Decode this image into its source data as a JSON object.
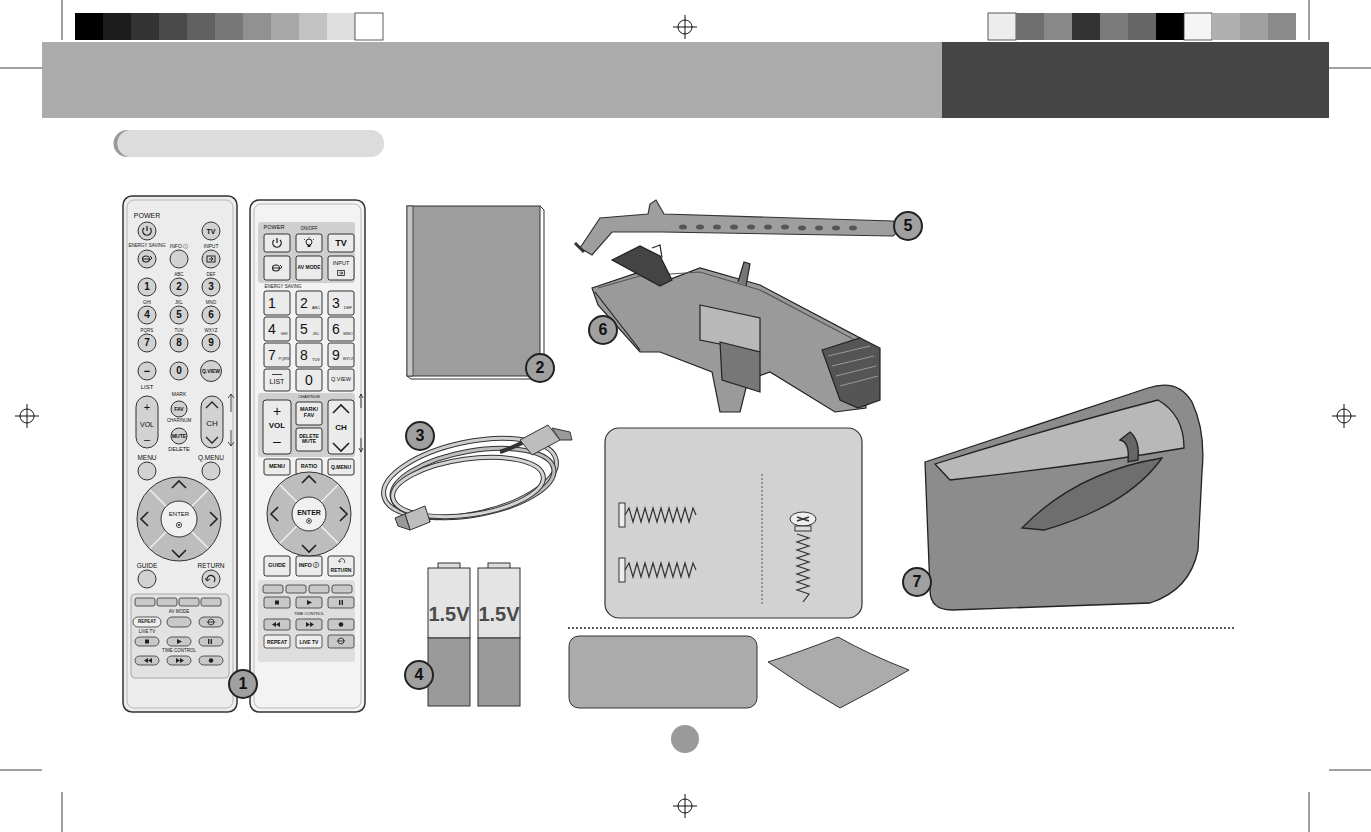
{
  "diagram": {
    "labels": [
      "POWER",
      "TV",
      "ENERGY SAVING",
      "INFO ⓘ",
      "INPUT",
      "1",
      "ABC",
      "2",
      "DEF",
      "3",
      "GHI",
      "4",
      "JKL",
      "5",
      "MNO",
      "6",
      "PQRS",
      "7",
      "TUV",
      "8",
      "WXYZ",
      "9",
      "−",
      "0",
      "Q.VIEW",
      "LIST",
      "+",
      "VOL",
      "–",
      "MARK",
      "FAV",
      "CHAR/NUM",
      "MUTE",
      "DELETE",
      "CH",
      "MENU",
      "Q.MENU",
      "ENTER",
      "GUIDE",
      "RETURN",
      "AV MODE",
      "REPEAT",
      "LIVE TV",
      "TIME CONTROL",
      "POWER",
      "ON/OFF",
      "TV",
      "AV MODE",
      "INPUT",
      "ENERGY SAVING",
      "1",
      "2",
      "ABC",
      "3",
      "DEF",
      "4",
      "GHI",
      "5",
      "JKL",
      "6",
      "MNO",
      "7",
      "PQRS",
      "8",
      "TUV",
      "9",
      "WXYZ",
      "LIST",
      "0",
      "Q.VIEW",
      "CHAR/NUM",
      "+",
      "VOL",
      "–",
      "MARK/ FAV",
      "DELETE MUTE",
      "CH",
      "MENU",
      "RATIO",
      "Q.MENU",
      "ENTER",
      "GUIDE",
      "INFO ⓘ",
      "RETURN",
      "TIME CONTROL",
      "REPEAT",
      "LIVE TV",
      "1",
      "2",
      "3",
      "4",
      "5",
      "6",
      "7",
      "1.5V",
      "1.5V"
    ]
  }
}
